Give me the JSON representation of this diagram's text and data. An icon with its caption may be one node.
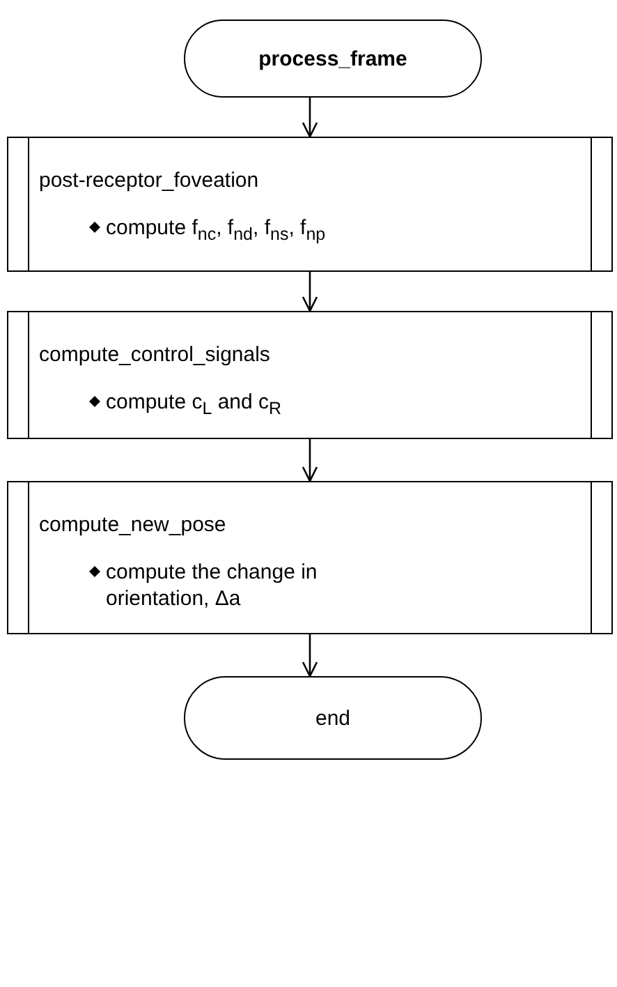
{
  "diagram": {
    "nodes": [
      {
        "text": [
          "process_frame"
        ]
      },
      {
        "text": [
          "post-receptor_foveation",
          "compute  f$_{nc}$, f$_{nd}$, f$_{ns}$, f$_{np}$"
        ]
      },
      {
        "text": [
          "compute_control_signals",
          "compute  c$_{L}$ and c$_{R}$"
        ]
      },
      {
        "text": [
          "compute_new_pose",
          "compute  the change in orientation, Δa"
        ]
      },
      {
        "text": [
          "end"
        ]
      }
    ],
    "edges": [
      {
        "from": 0,
        "to": 1,
        "arrow": "to"
      },
      {
        "from": 1,
        "to": 2,
        "arrow": "to"
      },
      {
        "from": 2,
        "to": 3,
        "arrow": "to"
      },
      {
        "from": 3,
        "to": 4,
        "arrow": "to"
      }
    ]
  }
}
